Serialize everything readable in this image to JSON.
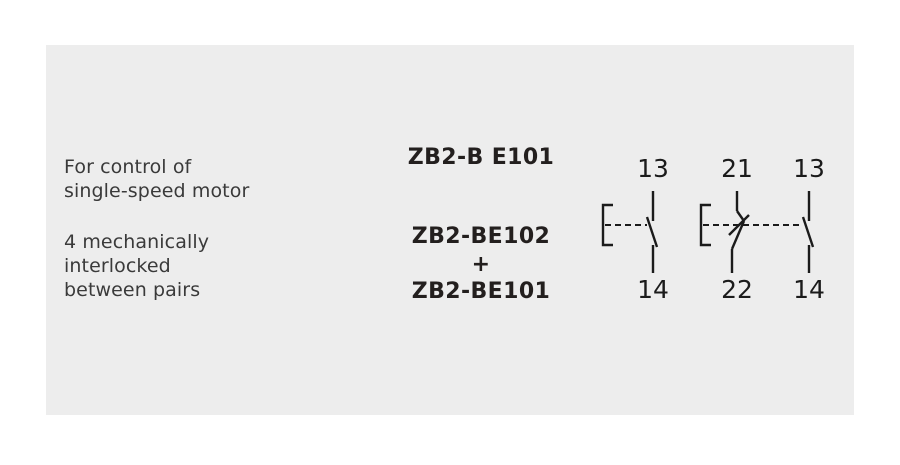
{
  "panel": {
    "background_color": "#ededed",
    "page_background_color": "#ffffff"
  },
  "description": {
    "block1": {
      "line1": "For control of",
      "line2": "single-speed motor"
    },
    "block2": {
      "line1": "4 mechanically",
      "line2": "interlocked",
      "line3": "between pairs"
    }
  },
  "part_numbers": {
    "top": "ZB2-B E101",
    "combo_first": "ZB2-BE102",
    "combo_operator": "+",
    "combo_second": "ZB2-BE101",
    "text_color": "#231f1e"
  },
  "diagrams": {
    "line_color": "#1b1b1b",
    "symbol_no": {
      "name": "normally-open-contact",
      "top_terminal": "13",
      "bottom_terminal": "14"
    },
    "symbol_pair": {
      "name": "nc-and-no-contact-pair",
      "nc_top_terminal": "21",
      "nc_bottom_terminal": "22",
      "no_top_terminal": "13",
      "no_bottom_terminal": "14"
    }
  }
}
